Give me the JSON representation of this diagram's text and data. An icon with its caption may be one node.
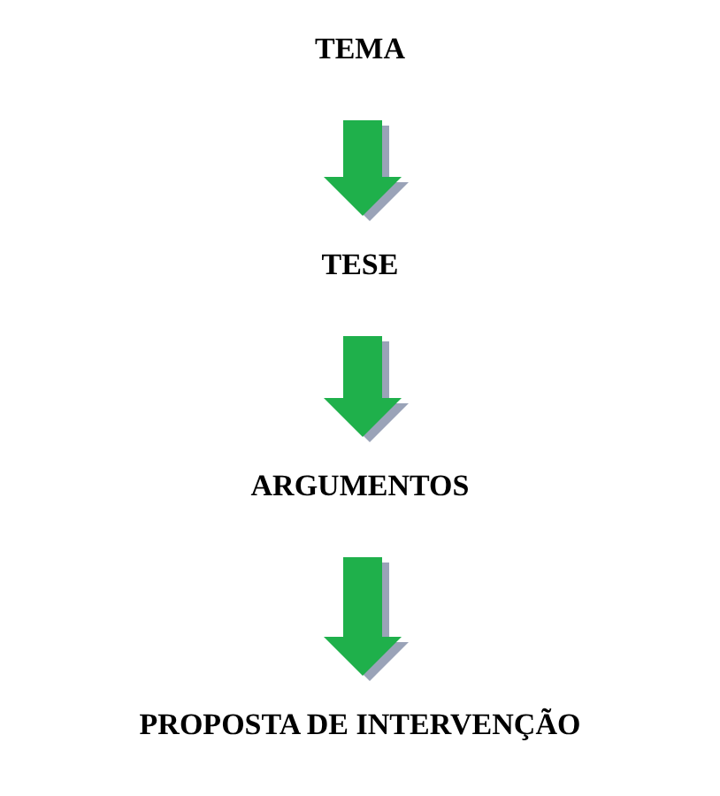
{
  "diagram": {
    "nodes": [
      {
        "text": [
          "TEMA"
        ]
      },
      {
        "text": [
          "TESE"
        ]
      },
      {
        "text": [
          "ARGUMENTOS"
        ]
      },
      {
        "text": [
          "PROPOSTA DE INTERVENÇÃO"
        ]
      }
    ],
    "edges": [
      {
        "from": 0,
        "to": 1,
        "arrow": "to"
      },
      {
        "from": 1,
        "to": 2,
        "arrow": "to"
      },
      {
        "from": 2,
        "to": 3,
        "arrow": "to"
      }
    ]
  }
}
